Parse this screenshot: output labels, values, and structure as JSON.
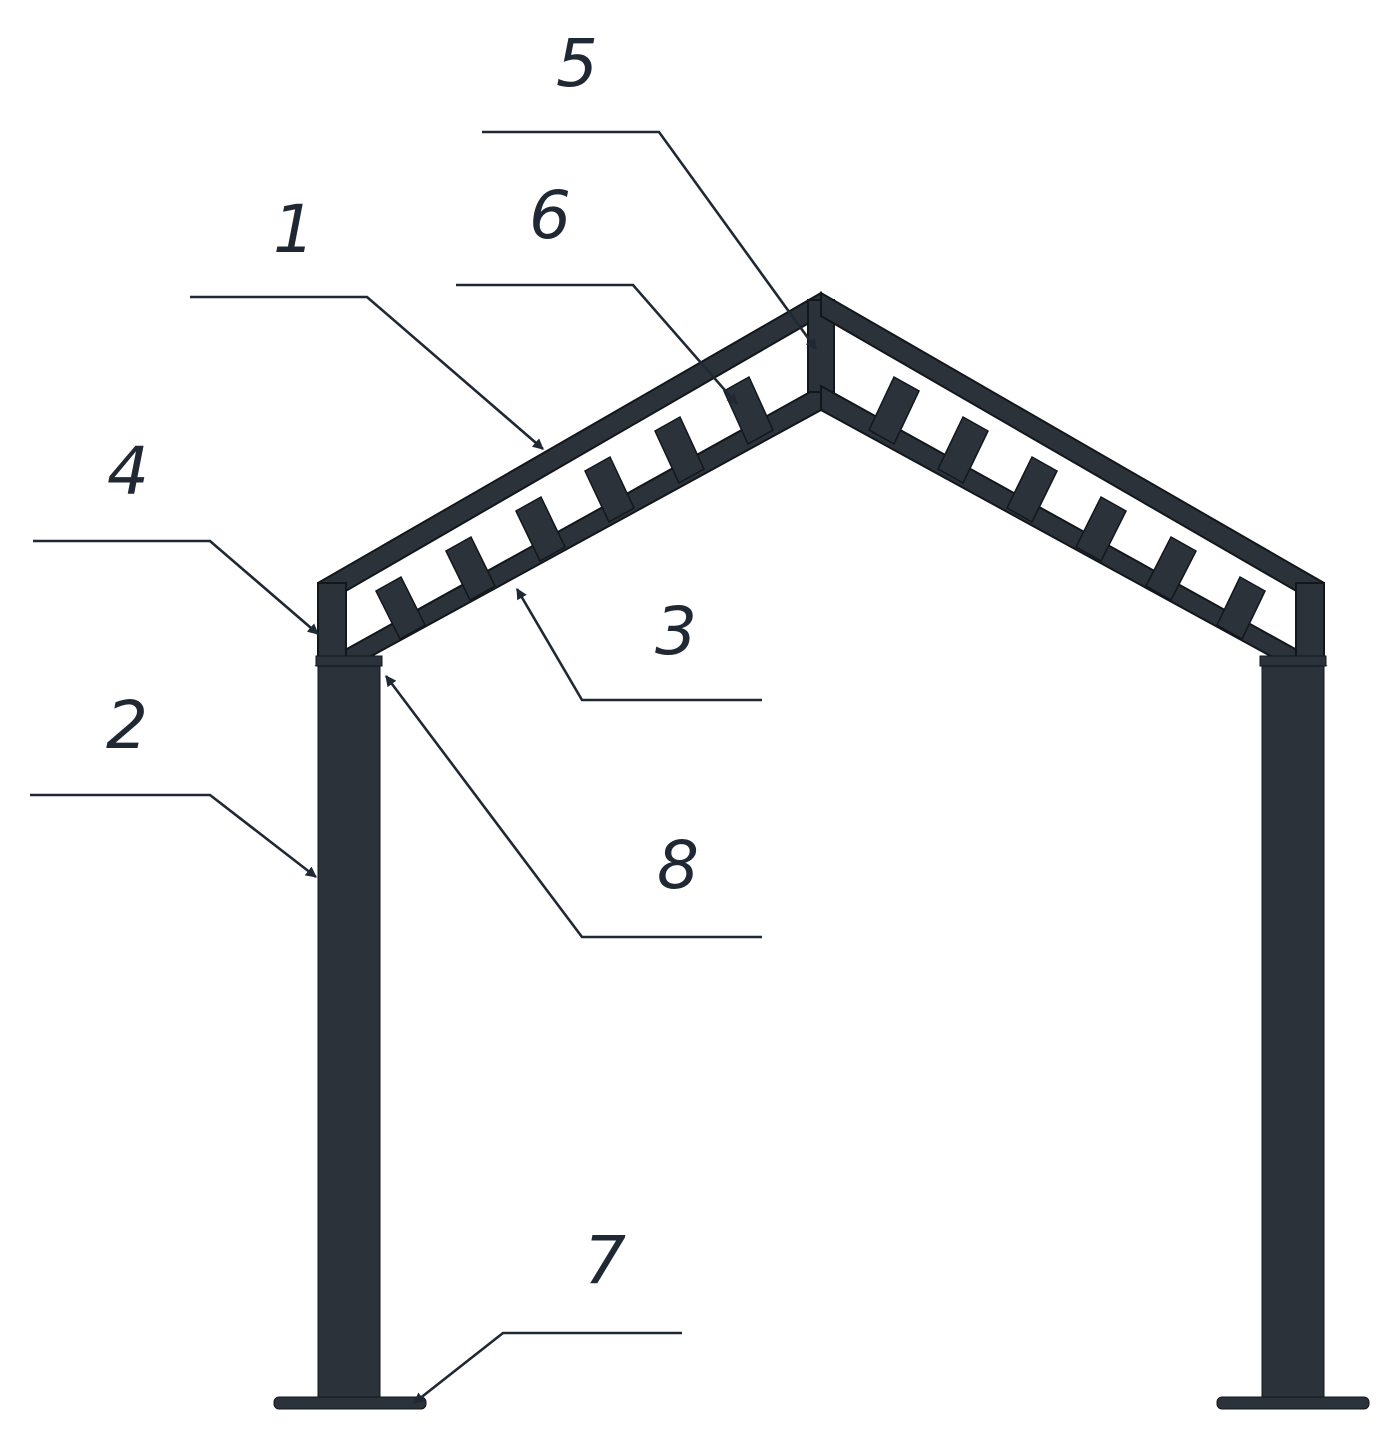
{
  "colors": {
    "steel": "#2b323a",
    "steel_edge": "#12171c",
    "ink": "#1f2833",
    "background": "#ffffff"
  },
  "callouts": [
    {
      "number": "1",
      "part": "upper-chord"
    },
    {
      "number": "2",
      "part": "column"
    },
    {
      "number": "3",
      "part": "lower-chord"
    },
    {
      "number": "4",
      "part": "end-post"
    },
    {
      "number": "5",
      "part": "ridge-post"
    },
    {
      "number": "6",
      "part": "web-strut"
    },
    {
      "number": "7",
      "part": "base-plate"
    },
    {
      "number": "8",
      "part": "cap-plate"
    }
  ]
}
